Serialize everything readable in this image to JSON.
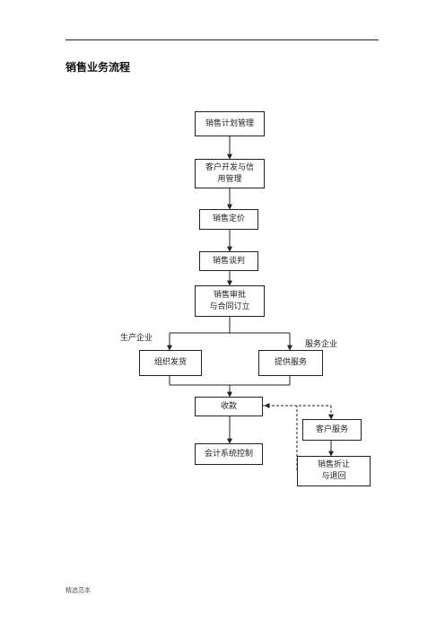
{
  "header": {
    "corner_mark": "."
  },
  "title": "销售业务流程",
  "flow": {
    "sales_plan": "销售计划管理",
    "customer_dev": "客户开发与信\n用管理",
    "pricing": "销售定价",
    "negotiation": "销售谈判",
    "approval": "销售审批\n与合同订立",
    "manufacturer_label": "生产企业",
    "service_company_label": "服务企业",
    "delivery": "组织发货",
    "provide_service": "提供服务",
    "collection": "收款",
    "accounting": "会计系统控制",
    "customer_service": "客户服务",
    "discount_return": "销售折让\n与退回"
  },
  "footer": "精选范本"
}
